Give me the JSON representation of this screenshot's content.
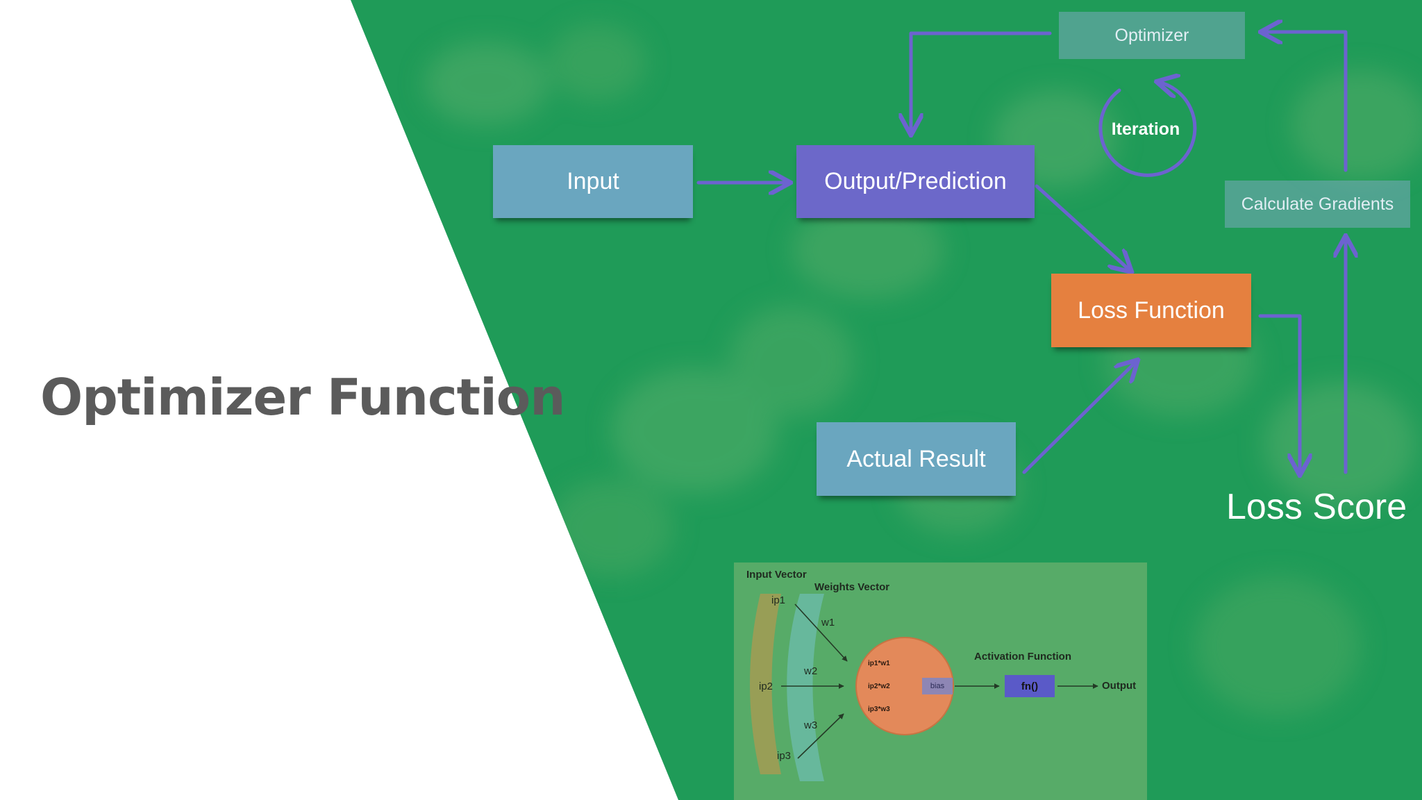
{
  "slide": {
    "title": "Optimizer Function"
  },
  "colors": {
    "green_panel": "#1f9b58",
    "input_box": "#6aa6bf",
    "output_box": "#6c68c9",
    "loss_box": "#e5803f",
    "arrow": "#6c63d0",
    "title_text": "#5b5b5b"
  },
  "diagram": {
    "nodes": {
      "input": "Input",
      "output": "Output/Prediction",
      "loss": "Loss Function",
      "actual": "Actual Result",
      "optimizer": "Optimizer",
      "gradients": "Calculate Gradients"
    },
    "iteration_label": "Iteration",
    "loss_score": "Loss Score"
  },
  "neuron": {
    "input_vector": "Input Vector",
    "weights_vector": "Weights Vector",
    "inputs": [
      "ip1",
      "ip2",
      "ip3"
    ],
    "weights": [
      "w1",
      "w2",
      "w3"
    ],
    "products": [
      "ip1*w1",
      "ip2*w2",
      "ip3*w3"
    ],
    "bias": "bias",
    "activation_label": "Activation Function",
    "activation_fn": "fn()",
    "output": "Output"
  }
}
